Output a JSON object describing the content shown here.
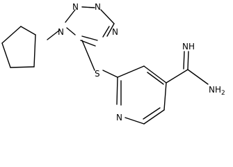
{
  "molecule": {
    "atoms": {
      "n1": "N",
      "n2": "N",
      "n3": "N",
      "n4": "N",
      "s": "S",
      "n_py": "N",
      "n_imine": "NH",
      "n_amine": "NH",
      "n_amine_sub": "2"
    }
  }
}
